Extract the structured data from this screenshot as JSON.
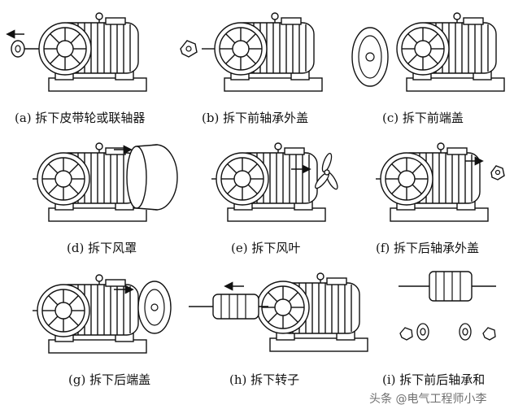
{
  "figure": {
    "panels": [
      {
        "id": "a",
        "caption": "(a)  拆下皮带轮或联轴器"
      },
      {
        "id": "b",
        "caption": "(b)  拆下前轴承外盖"
      },
      {
        "id": "c",
        "caption": "(c)  拆下前端盖"
      },
      {
        "id": "d",
        "caption": "(d)  拆下风罩"
      },
      {
        "id": "e",
        "caption": "(e)  拆下风叶"
      },
      {
        "id": "f",
        "caption": "(f)  拆下后轴承外盖"
      },
      {
        "id": "g",
        "caption": "(g)  拆下后端盖"
      },
      {
        "id": "h",
        "caption": "(h)  拆下转子"
      },
      {
        "id": "i",
        "caption": "(i)  拆下前后轴承和"
      }
    ],
    "watermark": "头条 @电气工程师小李"
  }
}
